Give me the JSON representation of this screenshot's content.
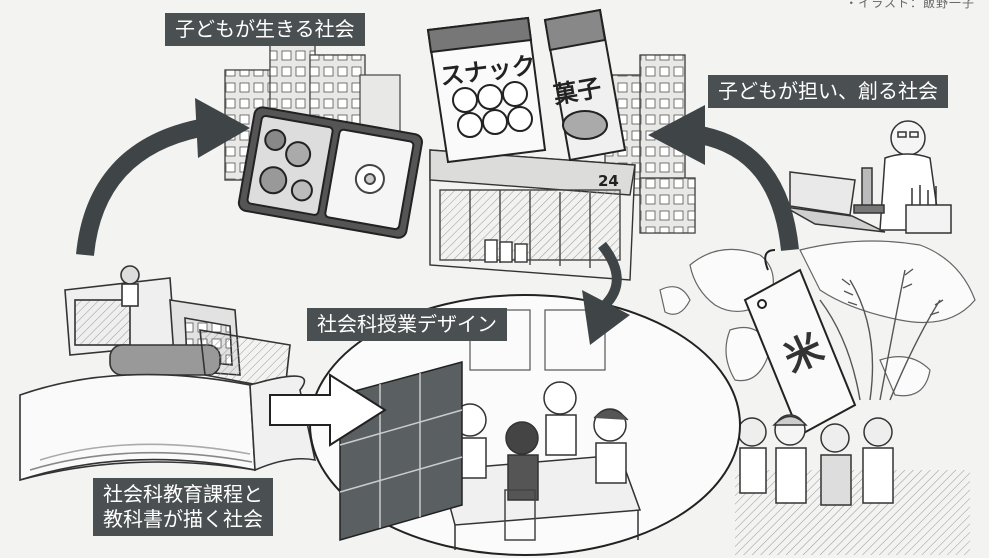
{
  "header": {
    "credit": "・イラスト：飯野一子"
  },
  "labels": {
    "children_live": "子どもが生きる社会",
    "children_create": "子どもが担い、創る社会",
    "lesson_design": "社会科授業デザイン",
    "curriculum_line1": "社会科教育課程と",
    "curriculum_line2": "教科書が描く社会"
  },
  "illustration_text": {
    "snack": "スナック",
    "sweets": "菓子",
    "store_number": "24",
    "rice_tag": "米"
  },
  "colors": {
    "label_bg": "#4a4f52",
    "label_text": "#ffffff",
    "arrow": "#3f4447",
    "line_art": "#333333",
    "background": "#f3f3f1"
  },
  "icons": [
    "combine-harvester-icon",
    "open-book-icon",
    "city-buildings-icon",
    "bento-box-icon",
    "convenience-store-icon",
    "snack-bag-icon",
    "sweets-bag-icon",
    "scientist-with-microscope-icon",
    "laptop-icon",
    "world-map-icon",
    "rice-bag-tag-icon",
    "rice-plant-icon",
    "farm-workers-icon",
    "classroom-students-icon",
    "lockers-icon"
  ]
}
